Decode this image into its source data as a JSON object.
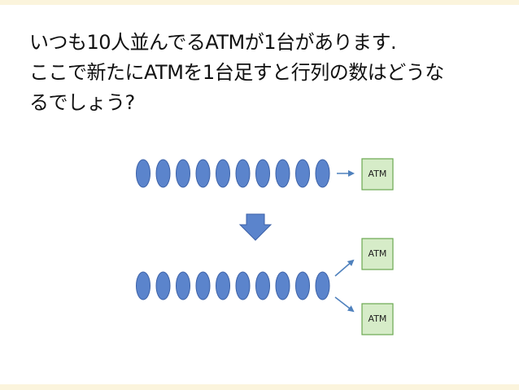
{
  "question": {
    "lines": [
      "いつも10人並んでるATMが1台があります.",
      "ここで新たにATMを1台足すと行列の数はどうな",
      "るでしょう?"
    ]
  },
  "before": {
    "people": 10,
    "atm_label": "ATM"
  },
  "after": {
    "people": 10,
    "atm_labels": [
      "ATM",
      "ATM"
    ]
  },
  "colors": {
    "person_fill": "#5b84cc",
    "person_stroke": "#3d62a8",
    "atm_fill": "#d6ecc8",
    "atm_stroke": "#6aa84f",
    "arrow": "#4f81bd",
    "transition_arrow": "#5b84cc"
  }
}
